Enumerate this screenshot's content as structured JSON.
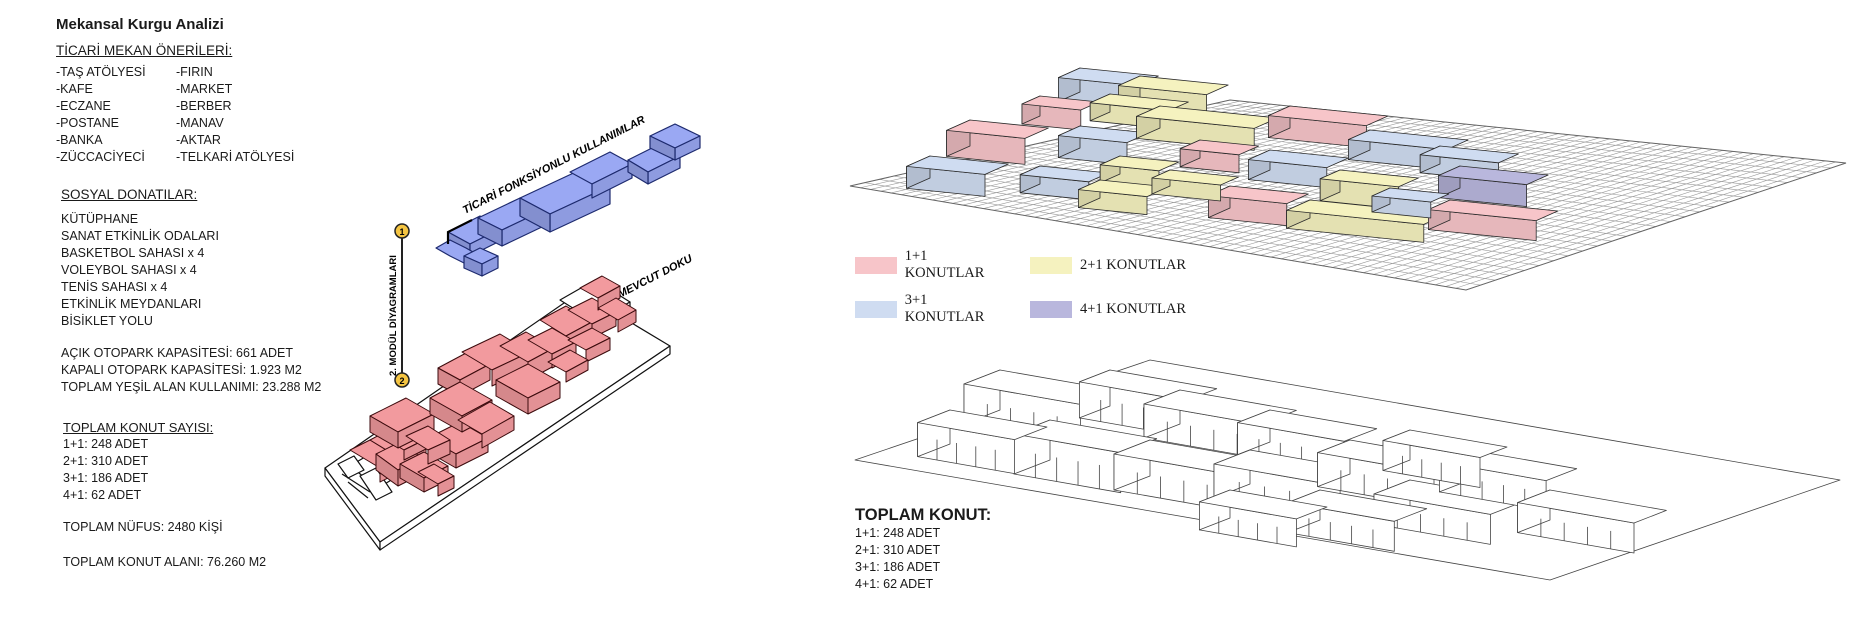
{
  "title": "Mekansal Kurgu Analizi",
  "commercial": {
    "heading": "TİCARİ MEKAN ÖNERİLERİ:",
    "col1": [
      "-TAŞ ATÖLYESİ",
      "-KAFE",
      "-ECZANE",
      "-POSTANE",
      "-BANKA",
      "-ZÜCCACİYECİ"
    ],
    "col2": [
      "-FIRIN",
      "-MARKET",
      "-BERBER",
      "-MANAV",
      "-AKTAR",
      "-TELKARİ ATÖLYESİ"
    ]
  },
  "social": {
    "heading": "SOSYAL DONATILAR:",
    "items": [
      "KÜTÜPHANE",
      "SANAT ETKİNLİK ODALARI",
      "BASKETBOL SAHASI x 4",
      "VOLEYBOL SAHASI x 4",
      "TENİS SAHASI  x 4",
      "ETKİNLİK MEYDANLARI",
      "BİSİKLET YOLU"
    ]
  },
  "parking": {
    "lines": [
      "AÇIK OTOPARK KAPASİTESİ: 661 ADET",
      "KAPALI OTOPARK KAPASİTESİ: 1.923 M2",
      "TOPLAM YEŞİL ALAN KULLANIMI: 23.288 M2"
    ]
  },
  "housing_count": {
    "heading": "TOPLAM KONUT SAYISI:",
    "items": [
      "1+1: 248  ADET",
      "2+1: 310 ADET",
      "3+1: 186 ADET",
      "4+1: 62 ADET"
    ]
  },
  "population": "TOPLAM NÜFUS: 2480 KİŞİ",
  "housing_area": "TOPLAM KONUT ALANI: 76.260 M2",
  "diagram": {
    "commercial_label": "TİCARİ FONKSİYONLU KULLANIMLAR",
    "existing_label": "MEVCUT DOKU",
    "module_label": "2. MODÜL DİYAGRAMLARI",
    "marker_top": "1",
    "marker_bottom": "2"
  },
  "legend": [
    {
      "label": "1+1 KONUTLAR",
      "color": "#f7c5c9"
    },
    {
      "label": "2+1 KONUTLAR",
      "color": "#f5f2bf"
    },
    {
      "label": "3+1 KONUTLAR",
      "color": "#cfdcf1"
    },
    {
      "label": "4+1 KONUTLAR",
      "color": "#b9b7dd"
    }
  ],
  "total": {
    "heading": "TOPLAM KONUT:",
    "items": [
      "1+1: 248  ADET",
      "2+1: 310 ADET",
      "3+1: 186 ADET",
      "4+1: 62 ADET"
    ]
  },
  "colors": {
    "blue_block": "#9aa8f3",
    "red_block": "#f29a9e",
    "marker_fill": "#f5c542"
  }
}
